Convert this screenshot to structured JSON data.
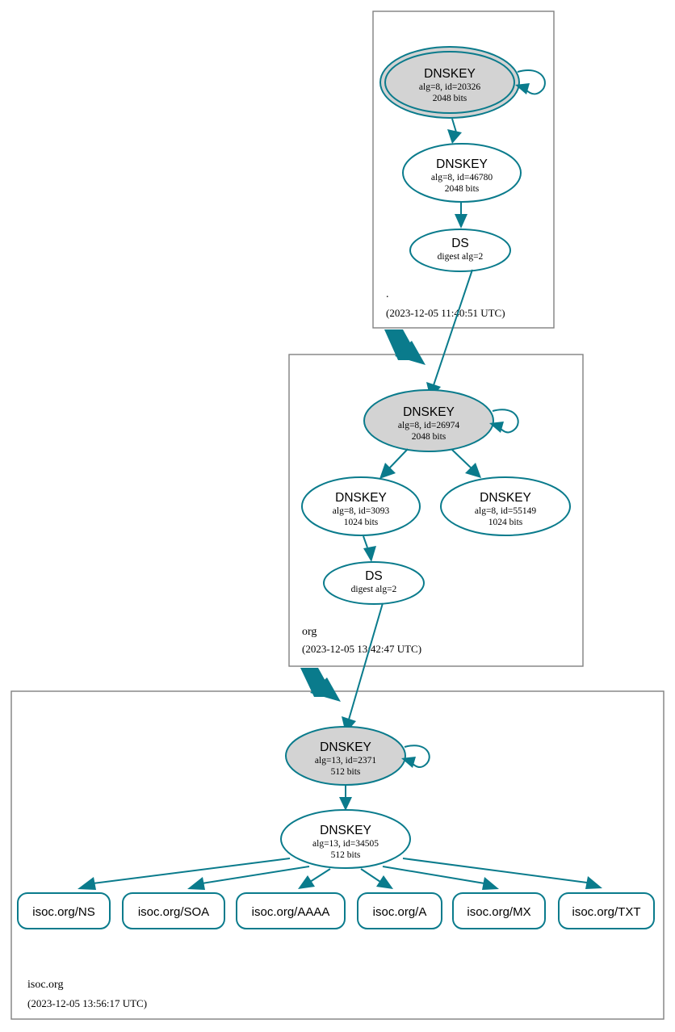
{
  "diagram": {
    "kind": "dnssec-authentication-chain",
    "title": "DNSSEC authentication chain for isoc.org",
    "colors": {
      "edge": "#0a7b8c",
      "node_border": "#0a7b8c",
      "ksk_fill": "#d3d3d3",
      "zsk_fill": "#ffffff",
      "zone_border": "#808080",
      "background": "#ffffff",
      "text": "#000000"
    },
    "zones": [
      {
        "id": "root",
        "name": ".",
        "timestamp": "(2023-12-05 11:40:51 UTC)",
        "nodes": [
          {
            "id": "root-ksk",
            "type": "DNSKEY",
            "label": "DNSKEY",
            "detail": "alg=8, id=20326",
            "bits": "2048 bits",
            "role": "ksk",
            "trust_anchor": true,
            "fill": "#d3d3d3",
            "self_signed": true
          },
          {
            "id": "root-zsk",
            "type": "DNSKEY",
            "label": "DNSKEY",
            "detail": "alg=8, id=46780",
            "bits": "2048 bits",
            "role": "zsk",
            "trust_anchor": false,
            "fill": "#ffffff",
            "self_signed": false
          },
          {
            "id": "root-ds",
            "type": "DS",
            "label": "DS",
            "detail": "digest alg=2",
            "bits": "",
            "role": "ds",
            "trust_anchor": false,
            "fill": "#ffffff",
            "self_signed": false
          }
        ]
      },
      {
        "id": "org",
        "name": "org",
        "timestamp": "(2023-12-05 13:42:47 UTC)",
        "nodes": [
          {
            "id": "org-ksk",
            "type": "DNSKEY",
            "label": "DNSKEY",
            "detail": "alg=8, id=26974",
            "bits": "2048 bits",
            "role": "ksk",
            "trust_anchor": false,
            "fill": "#d3d3d3",
            "self_signed": true
          },
          {
            "id": "org-zsk-3093",
            "type": "DNSKEY",
            "label": "DNSKEY",
            "detail": "alg=8, id=3093",
            "bits": "1024 bits",
            "role": "zsk",
            "trust_anchor": false,
            "fill": "#ffffff",
            "self_signed": false
          },
          {
            "id": "org-zsk-55149",
            "type": "DNSKEY",
            "label": "DNSKEY",
            "detail": "alg=8, id=55149",
            "bits": "1024 bits",
            "role": "zsk",
            "trust_anchor": false,
            "fill": "#ffffff",
            "self_signed": false
          },
          {
            "id": "org-ds",
            "type": "DS",
            "label": "DS",
            "detail": "digest alg=2",
            "bits": "",
            "role": "ds",
            "trust_anchor": false,
            "fill": "#ffffff",
            "self_signed": false
          }
        ]
      },
      {
        "id": "isoc",
        "name": "isoc.org",
        "timestamp": "(2023-12-05 13:56:17 UTC)",
        "nodes": [
          {
            "id": "isoc-ksk",
            "type": "DNSKEY",
            "label": "DNSKEY",
            "detail": "alg=13, id=2371",
            "bits": "512 bits",
            "role": "ksk",
            "trust_anchor": false,
            "fill": "#d3d3d3",
            "self_signed": true
          },
          {
            "id": "isoc-zsk",
            "type": "DNSKEY",
            "label": "DNSKEY",
            "detail": "alg=13, id=34505",
            "bits": "512 bits",
            "role": "zsk",
            "trust_anchor": false,
            "fill": "#ffffff",
            "self_signed": false
          }
        ],
        "rrsets": [
          {
            "id": "rr-ns",
            "label": "isoc.org/NS"
          },
          {
            "id": "rr-soa",
            "label": "isoc.org/SOA"
          },
          {
            "id": "rr-aaaa",
            "label": "isoc.org/AAAA"
          },
          {
            "id": "rr-a",
            "label": "isoc.org/A"
          },
          {
            "id": "rr-mx",
            "label": "isoc.org/MX"
          },
          {
            "id": "rr-txt",
            "label": "isoc.org/TXT"
          }
        ]
      }
    ]
  }
}
